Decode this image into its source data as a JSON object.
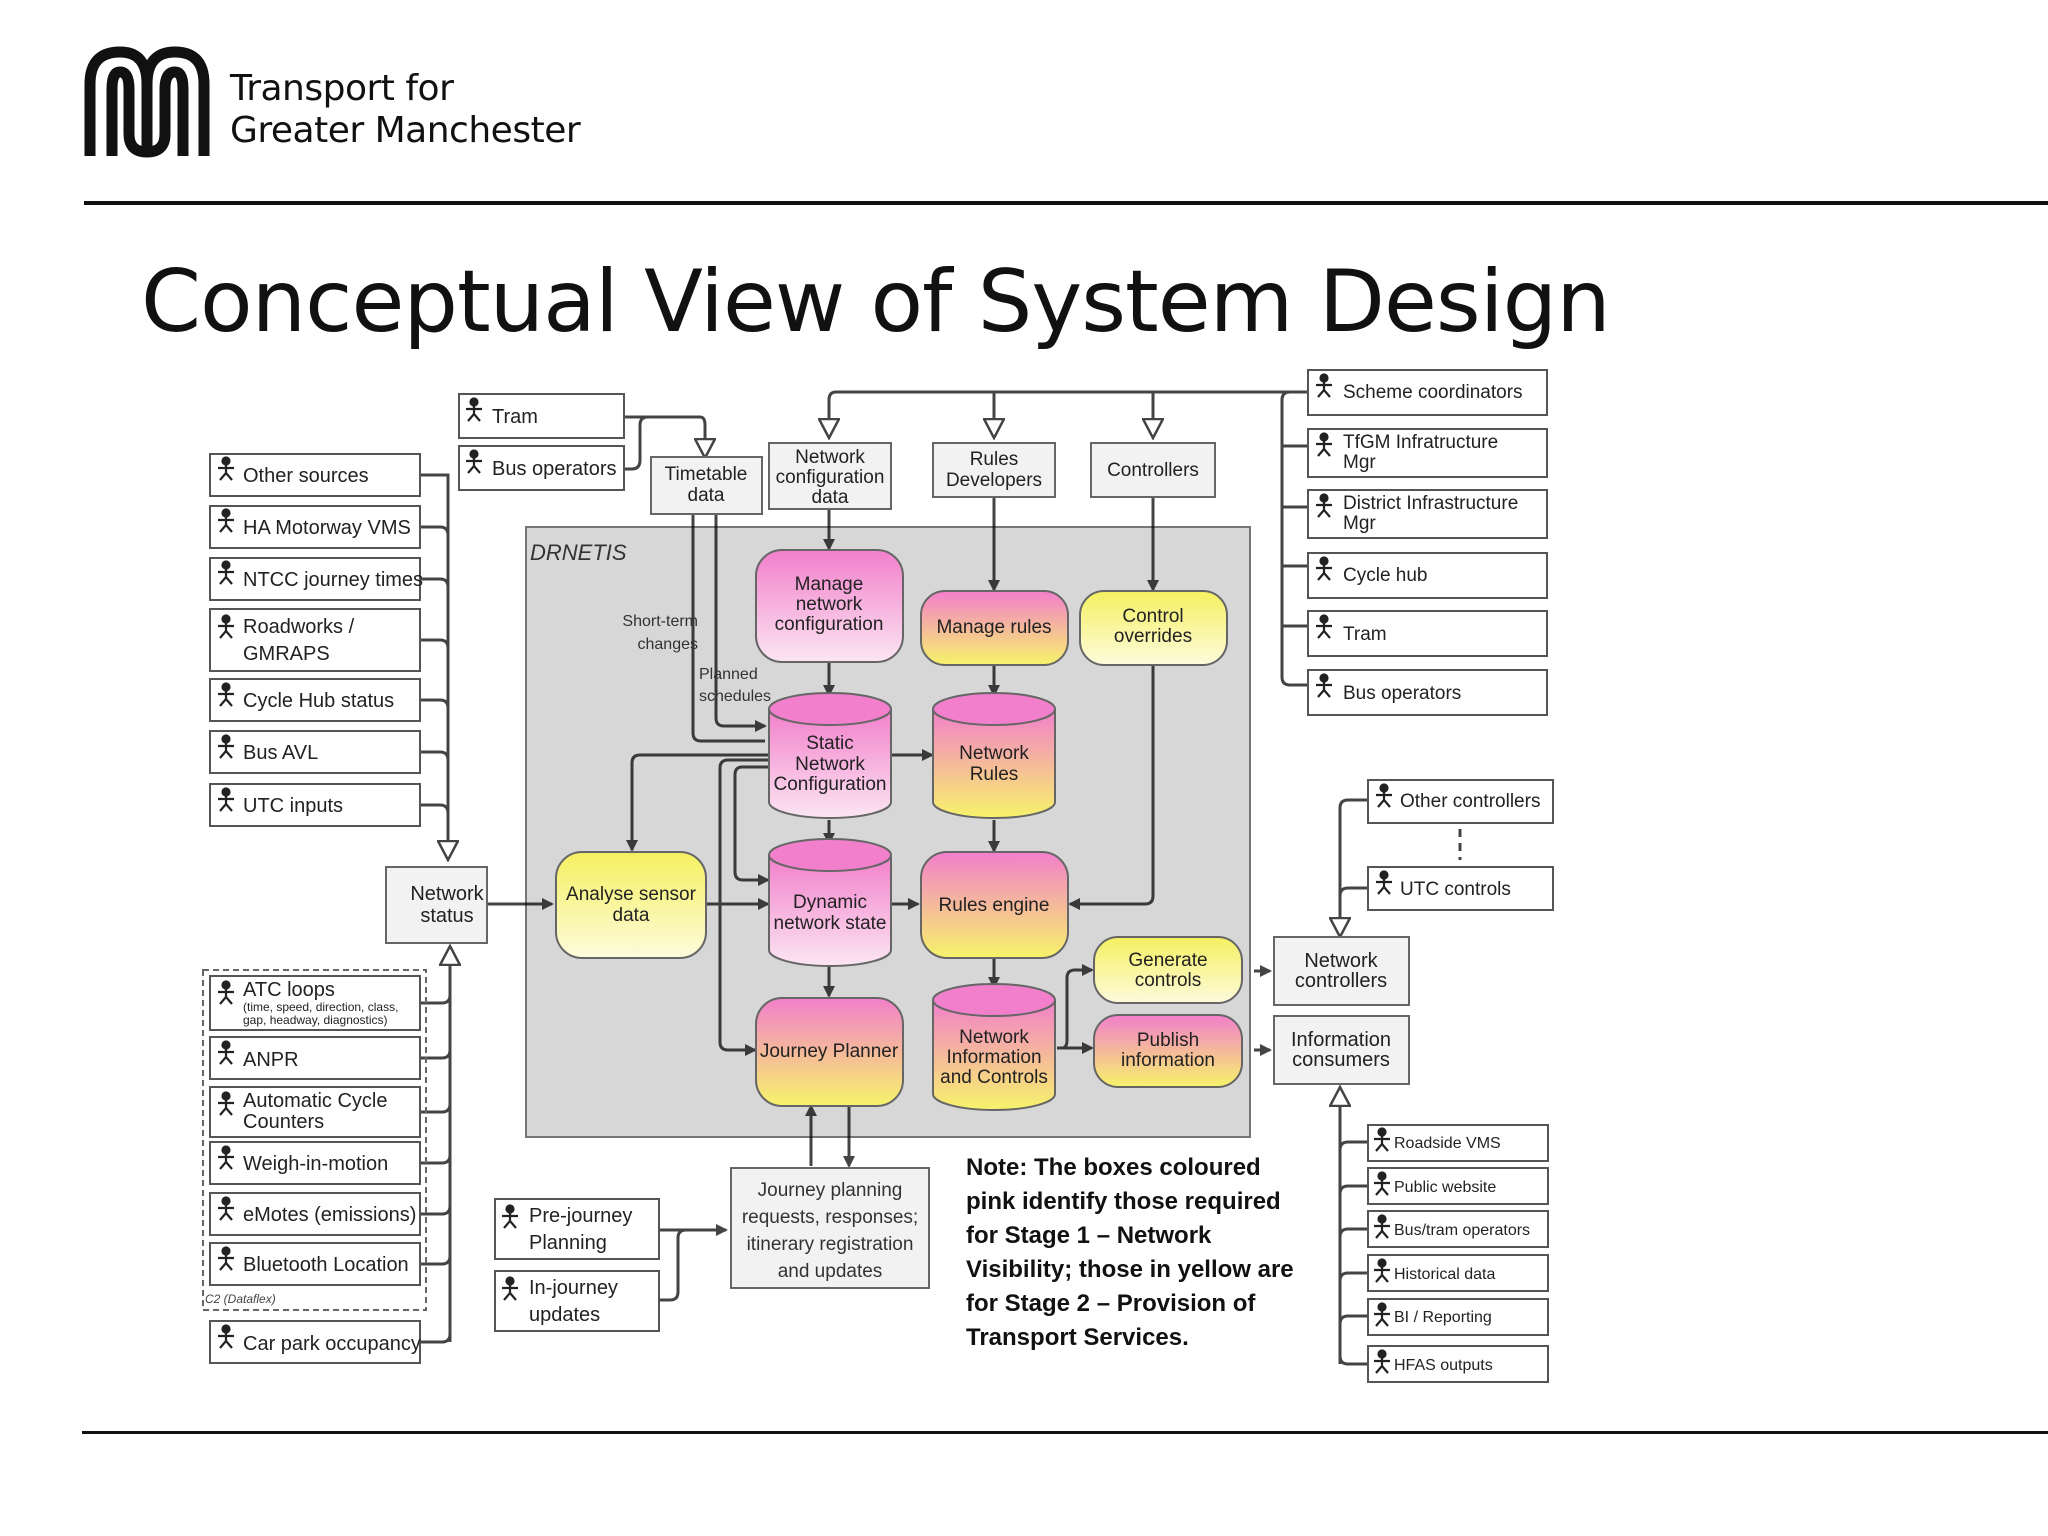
{
  "org": {
    "line1": "Transport for",
    "line2": "Greater Manchester"
  },
  "title": "Conceptual View of System Design",
  "diagram": {
    "system_label": "DRNETIS",
    "inputs_left": [
      "Other sources",
      "HA Motorway VMS",
      "NTCC journey times",
      "Roadworks /",
      "GMRAPS",
      "Cycle Hub status",
      "Bus AVL",
      "UTC inputs"
    ],
    "inputs_bottom_left": {
      "atc": "ATC loops",
      "atc_sub1": "(time, speed, direction, class,",
      "atc_sub2": "gap, headway, diagnostics)",
      "anpr": "ANPR",
      "acc1": "Automatic Cycle",
      "acc2": "Counters",
      "wim": "Weigh-in-motion",
      "emotes": "eMotes (emissions)",
      "bt": "Bluetooth Location",
      "group_label": "C2 (Dataflex)",
      "carpark": "Car park occupancy"
    },
    "top_actors": {
      "tram": "Tram",
      "bus": "Bus operators"
    },
    "top_data": {
      "timetable1": "Timetable",
      "timetable2": "data",
      "netconf1": "Network",
      "netconf2": "configuration",
      "netconf3": "data",
      "rules1": "Rules",
      "rules2": "Developers",
      "controllers": "Controllers"
    },
    "right_actors": {
      "scheme": "Scheme coordinators",
      "tfgm1": "TfGM Infratructure",
      "tfgm2": "Mgr",
      "district1": "District Infrastructure",
      "district2": "Mgr",
      "cycle": "Cycle hub",
      "tram": "Tram",
      "bus": "Bus operators"
    },
    "inner": {
      "short1": "Short-term",
      "short2": "changes",
      "planned1": "Planned",
      "planned2": "schedules",
      "manage_net1": "Manage",
      "manage_net2": "network",
      "manage_net3": "configuration",
      "manage_rules": "Manage rules",
      "control1": "Control",
      "control2": "overrides",
      "static1": "Static",
      "static2": "Network",
      "static3": "Configuration",
      "netrules1": "Network",
      "netrules2": "Rules",
      "analyse1": "Analyse sensor",
      "analyse2": "data",
      "dynamic1": "Dynamic",
      "dynamic2": "network state",
      "engine": "Rules engine",
      "journey": "Journey Planner",
      "netinfo1": "Network",
      "netinfo2": "Information",
      "netinfo3": "and Controls",
      "gen1": "Generate",
      "gen2": "controls",
      "pub1": "Publish",
      "pub2": "information"
    },
    "network_status1": "Network",
    "network_status2": "status",
    "right_outputs": {
      "other_ctrl": "Other controllers",
      "utc_ctrl": "UTC controls",
      "netctrl1": "Network",
      "netctrl2": "controllers",
      "info1": "Information",
      "info2": "consumers",
      "consumers": [
        "Roadside VMS",
        "Public website",
        "Bus/tram operators",
        "Historical data",
        "BI / Reporting",
        "HFAS outputs"
      ]
    },
    "journey_box": [
      "Journey planning",
      "requests, responses;",
      "itinerary registration",
      "and updates"
    ],
    "journey_actors": {
      "pre1": "Pre-journey",
      "pre2": "Planning",
      "in1": "In-journey",
      "in2": "updates"
    },
    "note": [
      "Note: The boxes coloured",
      "pink identify those required",
      "for Stage 1 – Network",
      "Visibility; those in yellow are",
      "for Stage 2 – Provision of",
      "Transport Services."
    ]
  },
  "colors": {
    "pink": "#f28fcf",
    "yellow": "#f7f36b",
    "panel": "#d6d6d6",
    "box_bg": "#f2f2f2"
  }
}
